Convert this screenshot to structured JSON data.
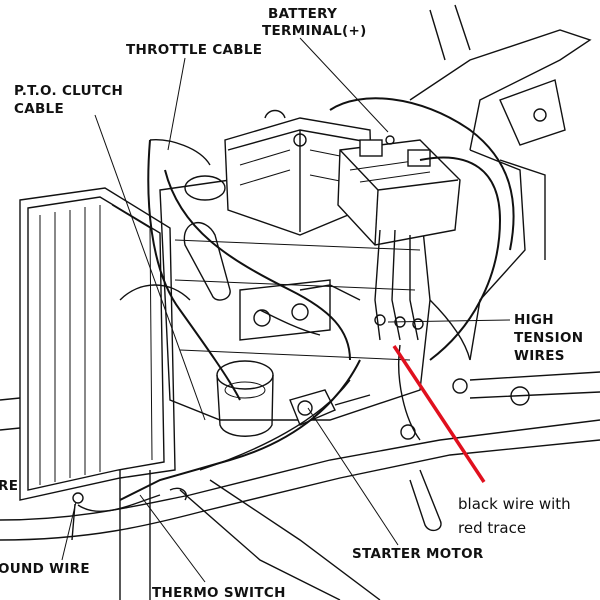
{
  "labels": {
    "battery_line1": "BATTERY",
    "battery_line2": "TERMINAL(+)",
    "throttle": "THROTTLE CABLE",
    "pto_line1": "P.T.O. CLUTCH",
    "pto_line2": "CABLE",
    "high_line1": "HIGH",
    "high_line2": "TENSION",
    "high_line3": "WIRES",
    "starter": "STARTER MOTOR",
    "thermo": "THERMO SWITCH",
    "ground": "OUND WIRE",
    "left_cut": "RE"
  },
  "annotation": {
    "line1": "black wire with",
    "line2": "red trace",
    "color": "#e0101e"
  },
  "colors": {
    "ink": "#111111",
    "background": "#ffffff"
  }
}
